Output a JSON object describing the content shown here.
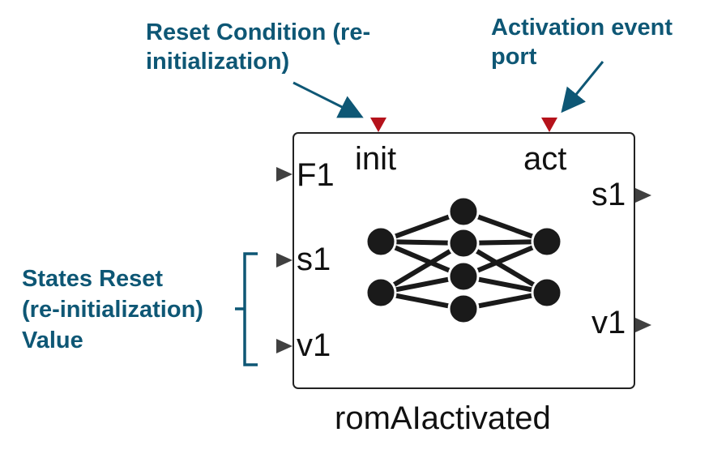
{
  "annotations": {
    "reset_condition": [
      "Reset Condition (re-",
      "initialization)"
    ],
    "activation_event": [
      "Activation event",
      "port"
    ],
    "states_reset": [
      "States Reset",
      "(re-initialization)",
      "Value"
    ]
  },
  "block": {
    "name": "romAIactivated",
    "event_ports": [
      {
        "label": "init"
      },
      {
        "label": "act"
      }
    ],
    "input_ports": [
      {
        "label": "F1"
      },
      {
        "label": "s1"
      },
      {
        "label": "v1"
      }
    ],
    "output_ports": [
      {
        "label": "s1"
      },
      {
        "label": "v1"
      }
    ],
    "icon": "neural-network-icon"
  },
  "colors": {
    "annotation": "#0e5775",
    "event_port": "#b5121b",
    "port": "#404040",
    "block_border": "#222222",
    "text": "#111111"
  }
}
